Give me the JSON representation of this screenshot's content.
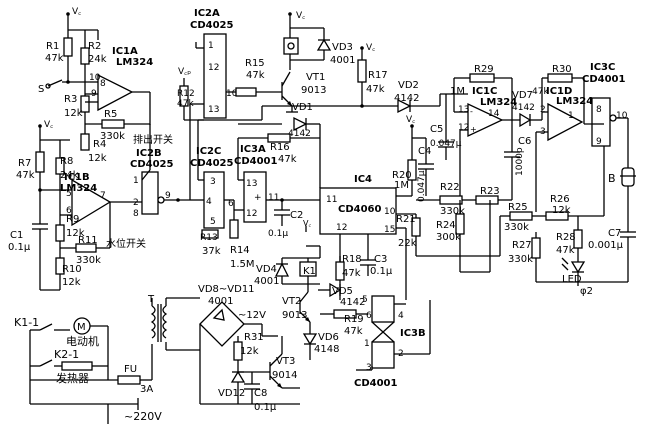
{
  "labels": {
    "vc_top": "V꜀",
    "vc_left": "V꜀",
    "vc_vt1": "V꜀",
    "vc_r17": "V꜀",
    "vc_mid": "V꜀",
    "vcp": "V꜀ₚ",
    "r1": "R1",
    "r1v": "47k",
    "r2": "R2",
    "r2v": "24k",
    "r3": "R3",
    "r3v": "12k",
    "r4": "R4",
    "r4v": "12k",
    "r5": "R5",
    "r5v": "330k",
    "r7": "R7",
    "r7v": "47k",
    "r8": "R8",
    "r8v": "24k",
    "r9": "R9",
    "r9v": "12k",
    "r10": "R10",
    "r10v": "12k",
    "r11": "R11",
    "r11v": "330k",
    "r12": "R12",
    "r12v": "47k",
    "r13": "R13",
    "r13v": "37k",
    "r14": "R14",
    "r14v": "1.5M",
    "r15": "R15",
    "r15v": "47k",
    "r16": "R16",
    "r16v": "47k",
    "r17": "R17",
    "r17v": "47k",
    "r18": "R18",
    "r18v": "47k",
    "r19": "R19",
    "r19v": "47k",
    "r20": "R20",
    "r20v": "1M",
    "r21": "R21",
    "r21v": "22k",
    "r22": "R22",
    "r22v": "330k",
    "r23": "R23",
    "r24": "R24",
    "r24v": "300k",
    "r25": "R25",
    "r25v": "330k",
    "r26": "R26",
    "r26v": "12k",
    "r27": "R27",
    "r27v": "330k",
    "r28": "R28",
    "r28v": "47k",
    "r29": "R29",
    "r29v": "1M",
    "r30": "R30",
    "r30v": "47k",
    "r31": "R31",
    "r31v": "12k",
    "ic1a": "IC1A",
    "ic1a_type": "LM324",
    "ic1b": "IC1B",
    "ic1b_type": "LM324",
    "ic1c": "IC1C",
    "ic1c_type": "LM324",
    "ic1d": "IC1D",
    "ic1d_type": "LM324",
    "ic2a": "IC2A",
    "ic2a_type": "CD4025",
    "ic2b": "IC2B",
    "ic2b_type": "CD4025",
    "ic2c": "IC2C",
    "ic2c_type": "CD4025",
    "ic3a": "IC3A",
    "ic3a_type": "CD4001",
    "ic3b": "IC3B",
    "ic3b_type": "CD4001",
    "ic3c": "IC3C",
    "ic3c_type": "CD4001",
    "ic4": "IC4",
    "ic4_type": "CD4060",
    "vt1": "VT1",
    "vt1_type": "9013",
    "vt2": "VT2",
    "vt2_type": "9013",
    "vt3": "VT3",
    "vt3_type": "9014",
    "vd1": "VD1",
    "vd1_type": "4142",
    "vd2": "VD2",
    "vd2_type": "4142",
    "vd3": "VD3",
    "vd3_type": "4001",
    "vd4": "VD4",
    "vd4_type": "4001",
    "vd5": "VD5",
    "vd5_type": "4142",
    "vd6": "VD6",
    "vd6_type": "4148",
    "vd7": "VD7",
    "vd7_type": "4142",
    "vd8_11": "VD8~VD11",
    "vd8_11_type": "4001",
    "vd12": "VD12",
    "c1": "C1",
    "c1v": "0.1μ",
    "c2": "C2",
    "c2v": "0.1μ",
    "c3": "C3",
    "c3v": "0.1μ",
    "c4": "C4",
    "c4v": "0.047μ",
    "c5": "C5",
    "c5v": "0.047μ",
    "c6": "C6",
    "c6v": "1000p",
    "c7": "C7",
    "c7v": "0.001μ",
    "c8": "C8",
    "c8v": "0.1μ",
    "k1": "K1",
    "k1_1": "K1-1",
    "k2_1": "K2-1",
    "s": "S",
    "b": "B",
    "led": "LED",
    "led_size": "φ2",
    "fu": "FU",
    "fu_v": "3A",
    "t": "T",
    "motor": "电动机",
    "heater": "发热器",
    "ac": "~220V",
    "ac_out": "~12V",
    "drain_switch": "排出开关",
    "level_switch": "水位开关",
    "pin": {
      "p1": "1",
      "p2": "2",
      "p3": "3",
      "p4": "4",
      "p5": "5",
      "p6": "6",
      "p7": "7",
      "p8": "8",
      "p9": "9",
      "p10": "10",
      "p11": "11",
      "p12": "12",
      "p13": "13",
      "p14": "14",
      "p15": "15",
      "plus": "+",
      "minus": "-"
    }
  }
}
